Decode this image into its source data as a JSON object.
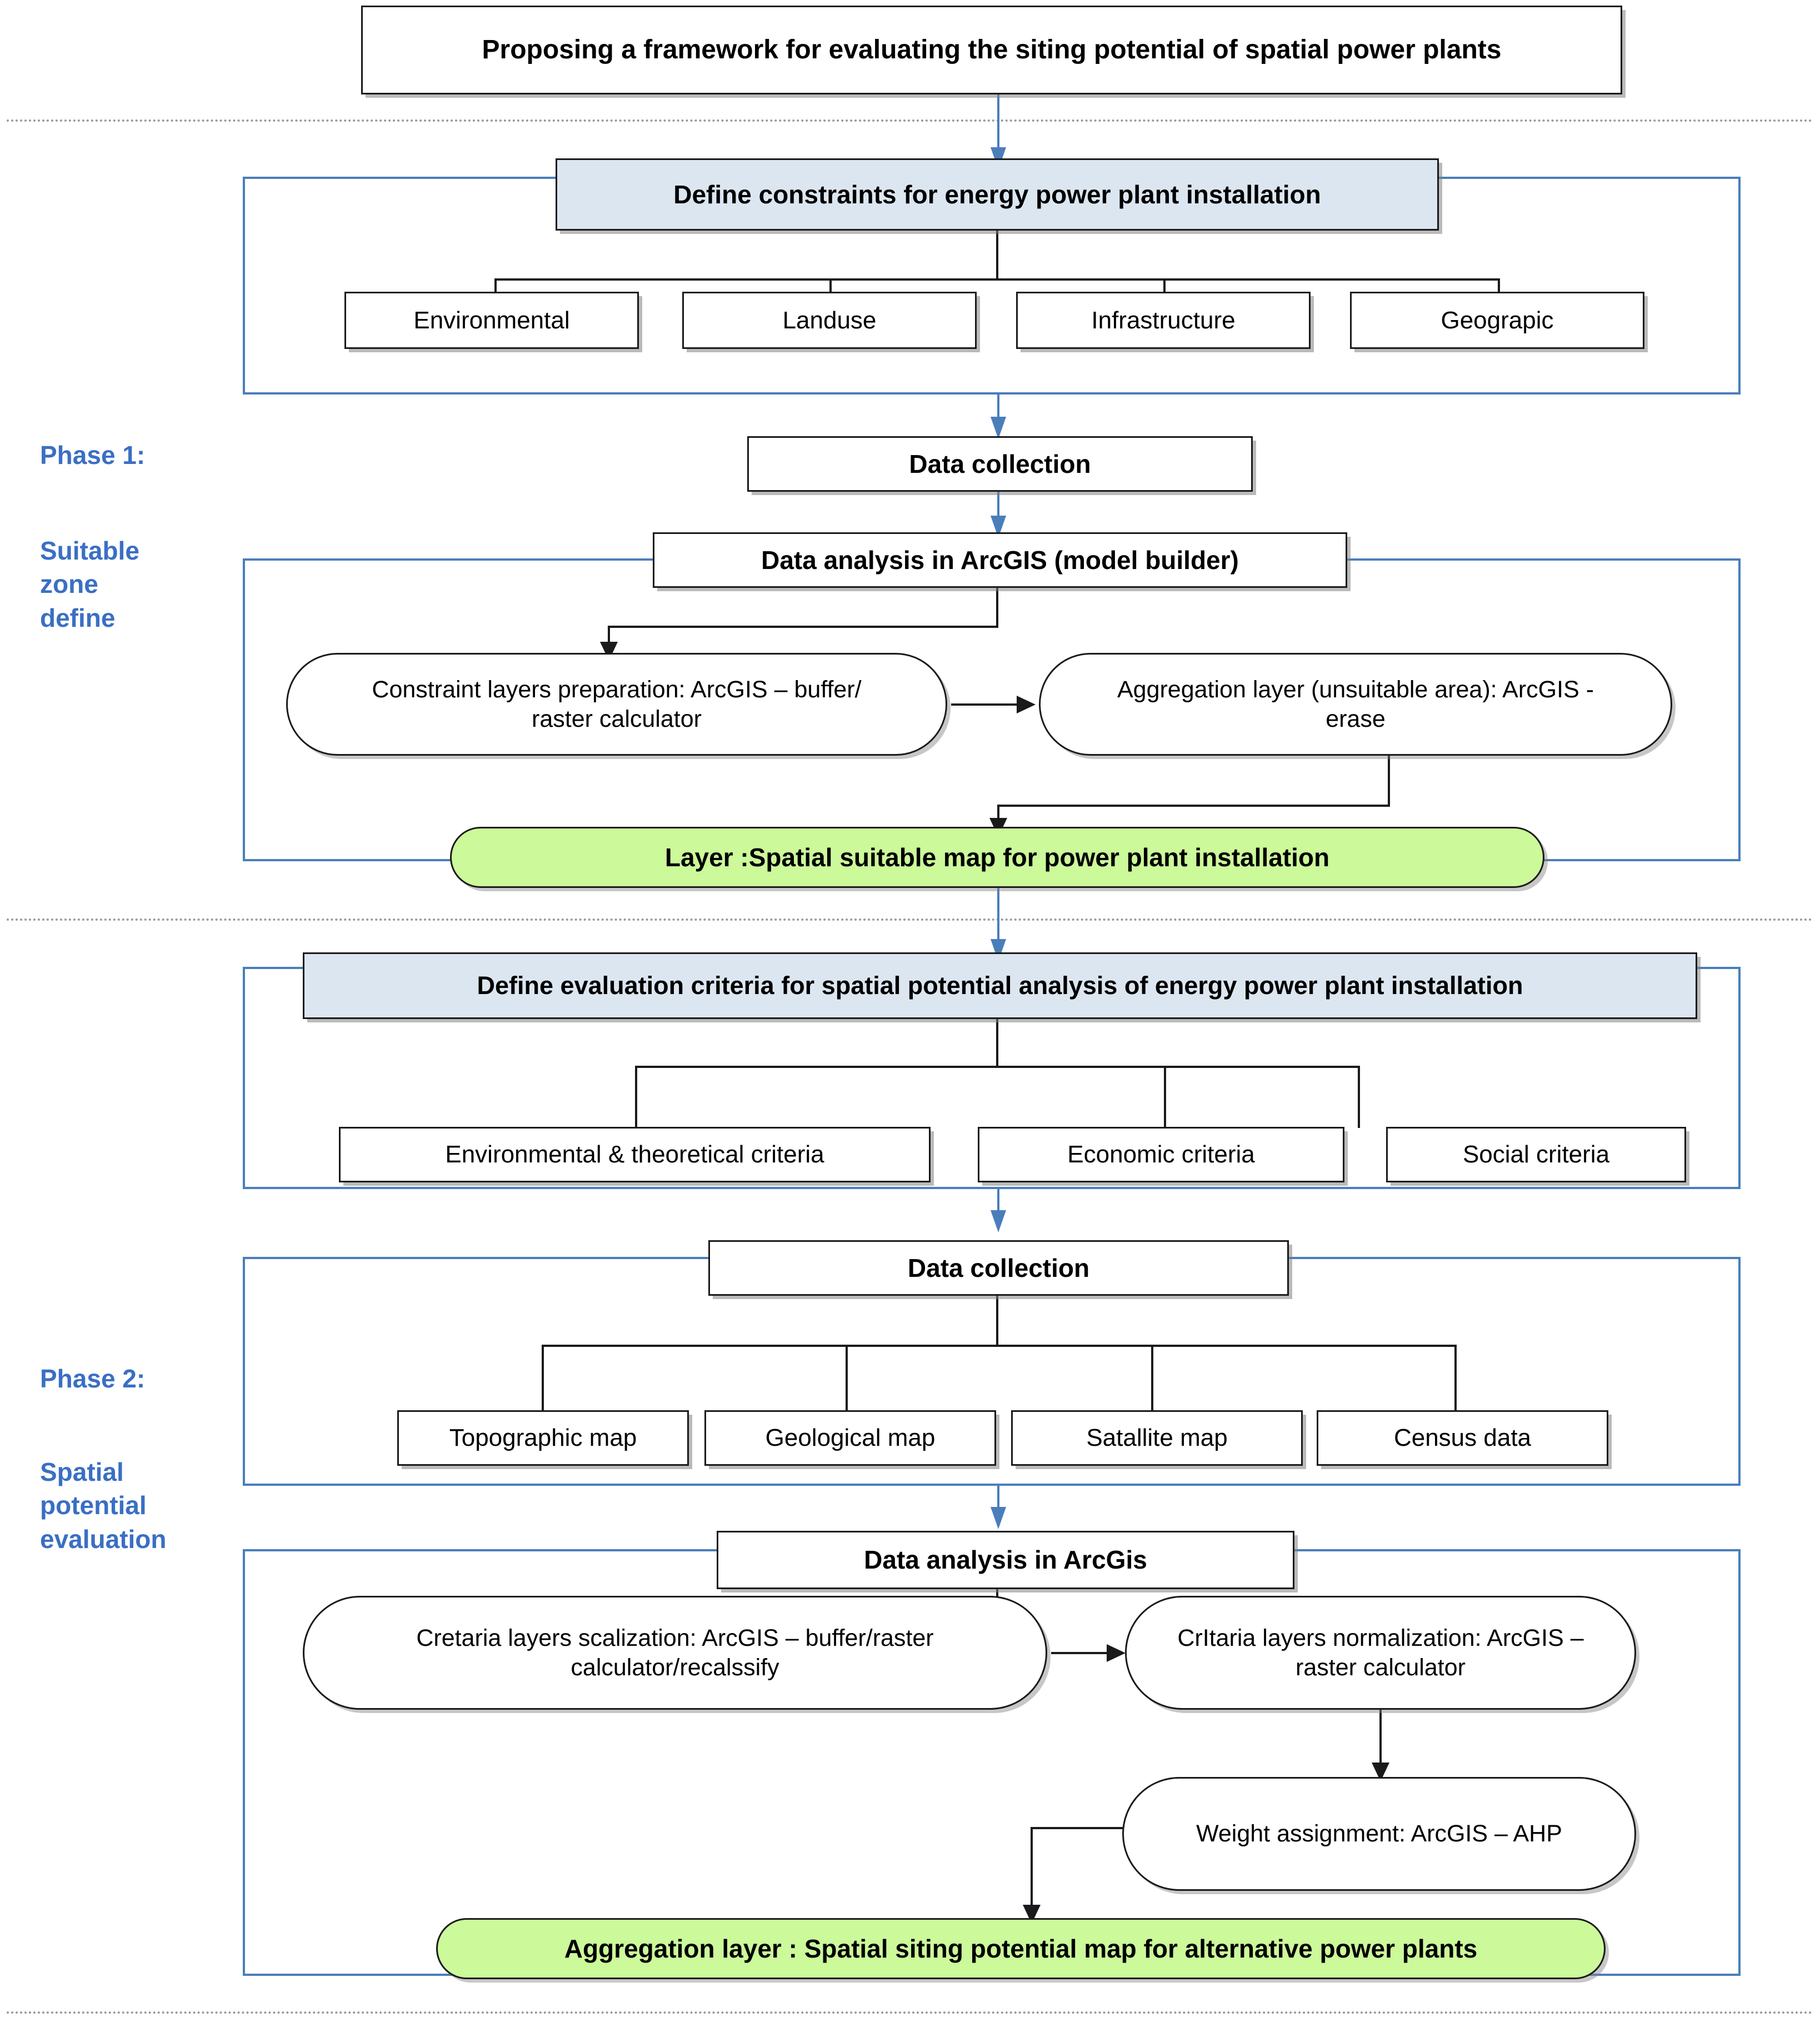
{
  "title": {
    "text": "Proposing a framework for evaluating the siting potential of spatial power plants"
  },
  "colors": {
    "group_border": "#4a7ebb",
    "header_fill": "#dce6f1",
    "result_fill": "#ccf99a",
    "phase_label": "#3a6fc4",
    "connector": "#1a1a1a",
    "separator": "#9a9a9a"
  },
  "phases": [
    {
      "id": "phase-1",
      "label_line1": "Phase 1:",
      "label_line2": "Suitable\nzone\ndefine"
    },
    {
      "id": "phase-2",
      "label_line1": "Phase 2:",
      "label_line2": "Spatial\npotential\nevaluation"
    }
  ],
  "phase1": {
    "constraints_header": "Define constraints for energy power plant installation",
    "constraint_items": [
      "Environmental",
      "Landuse",
      "Infrastructure",
      "Geograpic"
    ],
    "data_collection": "Data collection",
    "data_analysis": "Data analysis in ArcGIS (model builder)",
    "process_left": "Constraint layers preparation: ArcGIS – buffer/ raster calculator",
    "process_right": "Aggregation layer (unsuitable area): ArcGIS - erase",
    "result": "Layer :Spatial suitable map for power plant installation"
  },
  "phase2": {
    "criteria_header": "Define evaluation criteria for spatial potential analysis of energy power plant installation",
    "criteria_items": [
      "Environmental & theoretical criteria",
      "Economic criteria",
      "Social criteria"
    ],
    "data_collection": "Data collection",
    "data_items": [
      "Topographic map",
      "Geological map",
      "Satallite map",
      "Census data"
    ],
    "data_analysis": "Data analysis in ArcGis",
    "process_scalization": "Cretaria layers scalization: ArcGIS – buffer/raster calculator/recalssify",
    "process_normalization": "CrItaria layers normalization: ArcGIS – raster calculator",
    "process_weight": "Weight assignment: ArcGIS – AHP",
    "result": "Aggregation layer : Spatial siting potential map for alternative power plants"
  }
}
